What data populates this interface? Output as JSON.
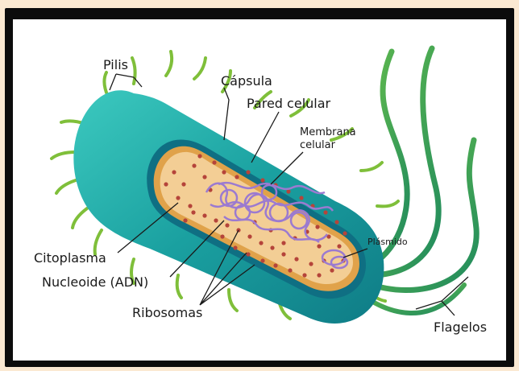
{
  "labels": {
    "pilis": "Pilis",
    "capsula": "Cápsula",
    "pared_celular": "Pared celular",
    "membrana_line1": "Membrana",
    "membrana_line2": "celular",
    "citoplasma": "Citoplasma",
    "nucleoide": "Nucleoide (ADN)",
    "ribosomas": "Ribosomas",
    "plasmido": "Plásmido",
    "flagelos": "Flagelos"
  },
  "colors": {
    "page_background": "#fbe9d2",
    "frame": "#0c0c0c",
    "capsule": "#1aa0a0",
    "cell_wall": "#0f6f83",
    "membrane": "#e0a24a",
    "cytoplasm": "#f3ce95",
    "ribosome": "#b5443a",
    "dna": "#9b7ad0",
    "pili": "#7fbf3a",
    "flagella": "#3a9a6a"
  }
}
